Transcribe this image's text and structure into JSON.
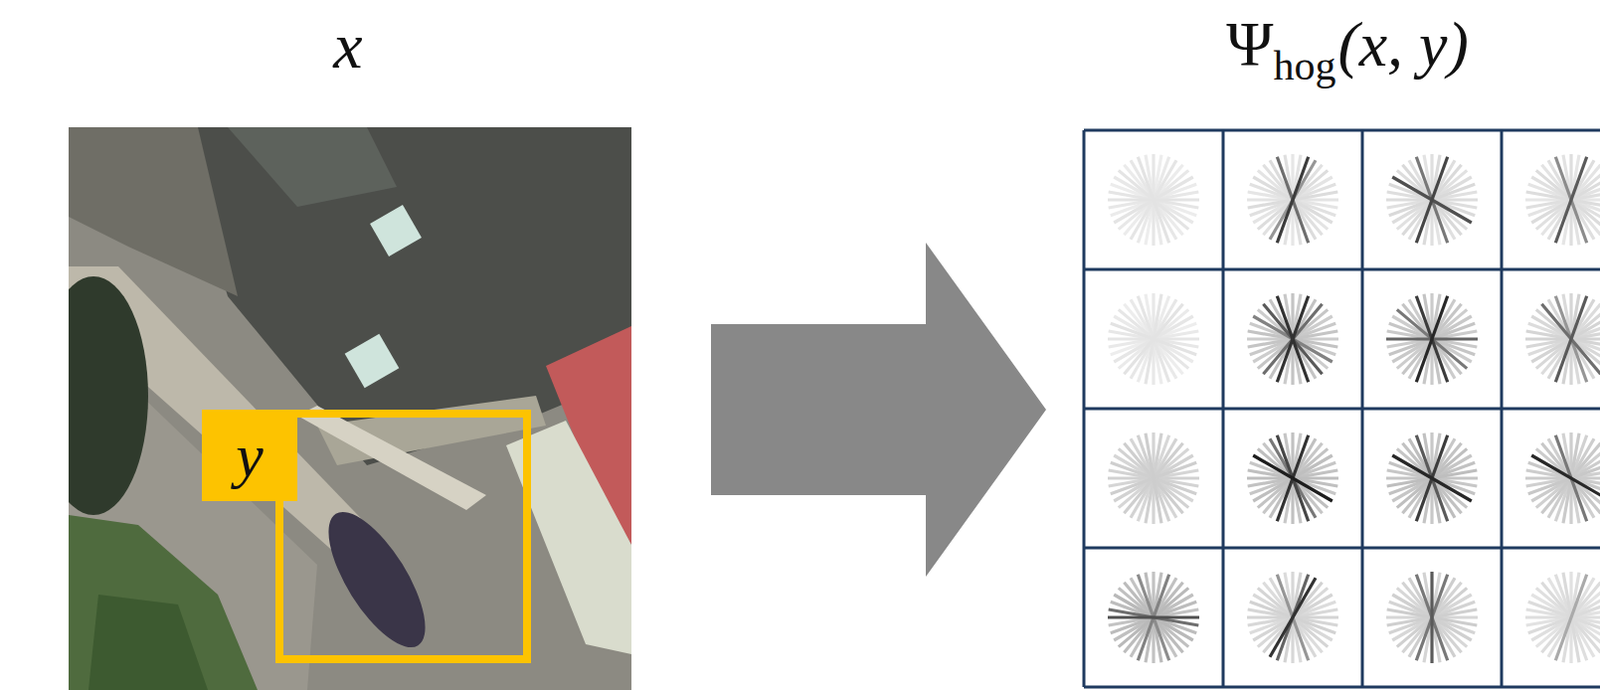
{
  "diagram": {
    "nodes": [
      {
        "text": [
          "y"
        ]
      }
    ],
    "labels": [
      "x",
      "Ψ",
      "hog",
      "(x, y)"
    ]
  }
}
